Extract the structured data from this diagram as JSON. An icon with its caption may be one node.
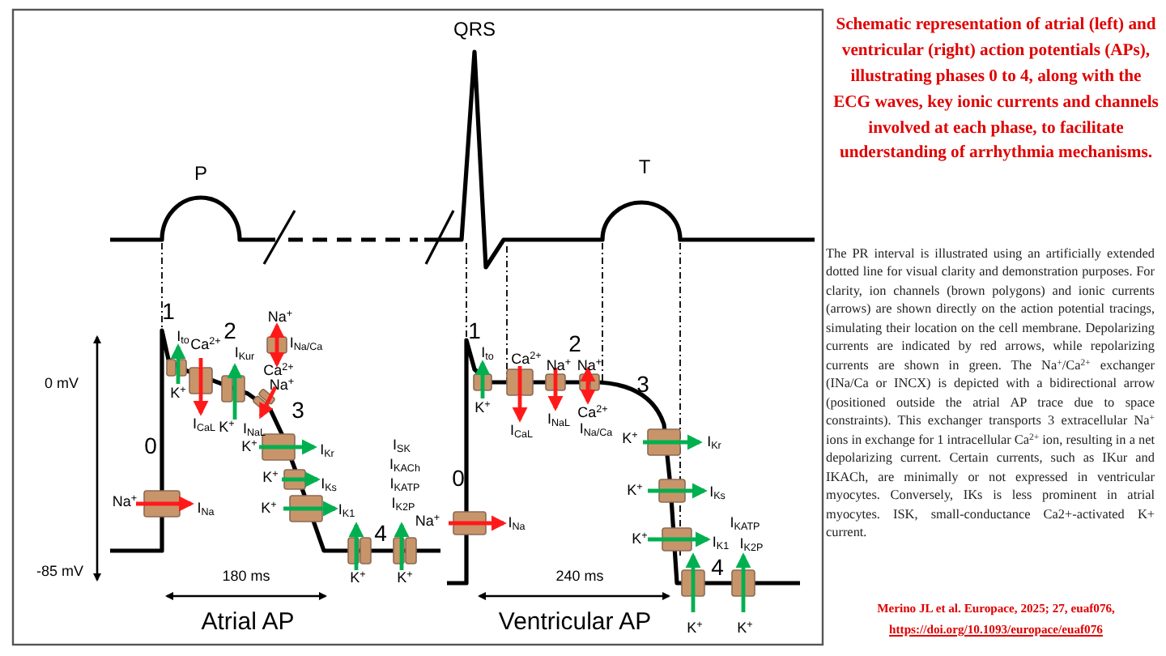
{
  "diagram": {
    "title": "Schematic representation of atrial (left) and ventricular (right) action potentials (APs), illustrating phases 0 to 4, along with the ECG waves, key ionic currents and channels involved at each phase, to facilitate understanding of arrhythmia mechanisms.",
    "labels": [
      "QRS",
      "P",
      "T",
      "1",
      "I$_{to}$",
      "Ca$^{2+}$",
      "2",
      "I$_{Kur}$",
      "Na$^{+}$",
      "I$_{Na/Ca}$",
      "Ca$^{2+}$",
      "0 mV",
      "K$^{+}$",
      "Na$^{+}$",
      "3",
      "I$_{CaL}$",
      "K$^{+}$",
      "I$_{NaL}$",
      "0",
      "K$^{+}$",
      "I$_{Kr}$",
      "I$_{SK}$",
      "I$_{KACh}$",
      "K$^{+}$",
      "I$_{Ks}$",
      "I$_{KATP}$",
      "Na$^{+}$",
      "I$_{Na}$",
      "K$^{+}$",
      "I$_{K1}$",
      "I$_{K2P}$",
      "4",
      "-85 mV",
      "180 ms",
      "K$^{+}$",
      "K$^{+}$",
      "Atrial AP",
      "1",
      "I$_{to}$",
      "Ca$^{2+}$",
      "2",
      "Na$^{+}$",
      "Na$^{+}$",
      "K$^{+}$",
      "3",
      "I$_{CaL}$",
      "I$_{NaL}$",
      "Ca$^{2+}$",
      "I$_{Na/Ca}$",
      "K$^{+}$",
      "I$_{Kr}$",
      "0",
      "K$^{+}$",
      "I$_{Ks}$",
      "Na$^{+}$",
      "I$_{Na}$",
      "I$_{KATP}$",
      "K$^{+}$",
      "I$_{K1}$",
      "I$_{K2P}$",
      "4",
      "240 ms",
      "K$^{+}$",
      "K$^{+}$",
      "Ventricular AP",
      "The PR interval is illustrated using an artificially extended dotted line for visual clarity and demonstration purposes. For clarity, ion channels (brown polygons) and ionic currents (arrows) are shown directly on the action potential tracings, simulating their location on the cell membrane. Depolarizing currents are indicated by red arrows, while repolarizing currents are shown in green. The Na$^{+}$/Ca$^{2+}$ exchanger (INa/Ca or INCX) is depicted with a bidirectional arrow (positioned outside the atrial AP trace due to space constraints). This exchanger transports 3 extracellular Na$^{+}$ ions in exchange for 1 intracellular Ca$^{2+}$ ion, resulting in a net depolarizing current. Certain currents, such as IKur and IKACh, are minimally or not expressed in ventricular myocytes. Conversely, IKs is less prominent in atrial myocytes. ISK, small-conductance Ca2+-activated K+ current.",
      "Merino JL et al. Europace, 2025; 27, euaf076,",
      "https://doi.org/10.1093/europace/euaf076"
    ]
  }
}
